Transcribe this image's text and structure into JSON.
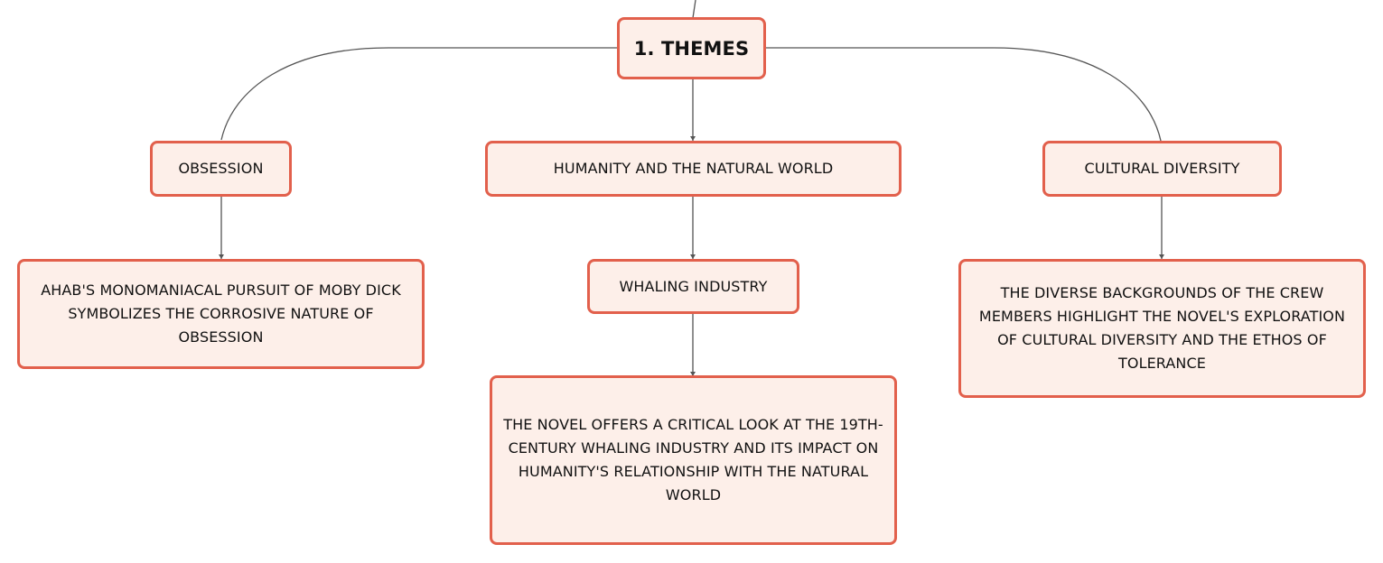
{
  "mindmap": {
    "root": {
      "label": "1. THEMES"
    },
    "branches": [
      {
        "label": "OBSESSION",
        "children": [
          {
            "label": "AHAB'S MONOMANIACAL PURSUIT OF MOBY DICK SYMBOLIZES THE CORROSIVE NATURE OF OBSESSION"
          }
        ]
      },
      {
        "label": "HUMANITY AND THE NATURAL WORLD",
        "children": [
          {
            "label": "WHALING INDUSTRY",
            "children": [
              {
                "label": "THE NOVEL OFFERS A CRITICAL LOOK AT THE 19TH-CENTURY WHALING INDUSTRY AND ITS IMPACT ON HUMANITY'S RELATIONSHIP WITH THE NATURAL WORLD"
              }
            ]
          }
        ]
      },
      {
        "label": "CULTURAL DIVERSITY",
        "children": [
          {
            "label": "THE DIVERSE BACKGROUNDS OF THE CREW MEMBERS HIGHLIGHT THE NOVEL'S EXPLORATION OF CULTURAL DIVERSITY AND THE ETHOS OF TOLERANCE"
          }
        ]
      }
    ],
    "colors": {
      "node_border": "#e2604c",
      "node_fill": "#fdefe9",
      "connector": "#555555",
      "text": "#111111"
    }
  }
}
